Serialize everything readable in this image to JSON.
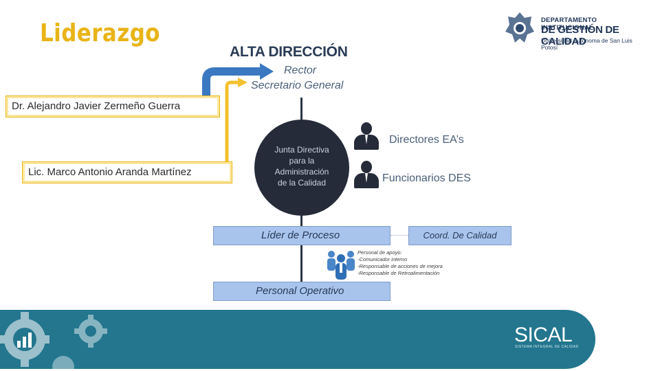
{
  "title": "Liderazgo",
  "logo": {
    "line1": "DEPARTAMENTO INSTITUCIONAL",
    "line2": "DE GESTIÓN DE CALIDAD",
    "line3": "Universidad Autónoma de San Luis Potosí"
  },
  "diagram": {
    "heading": "ALTA DIRECCIÓN",
    "rector": "Rector",
    "secretario": "Secretario General",
    "names": [
      "Dr. Alejandro Javier Zermeño Guerra",
      "Lic. Marco Antonio Aranda Martínez"
    ],
    "junta_lines": [
      "Junta Directiva",
      "para la",
      "Administración",
      "de la Calidad"
    ],
    "directores": "Directores EA’s",
    "funcionarios": "Funcionarios DES",
    "lider": "Líder de Proceso",
    "coord": "Coord. De Calidad",
    "operativo": "Personal Operativo",
    "notes": [
      "Personal de apoyo:",
      "-Comunicador interno",
      "-Responsable de acciones de mejora",
      "-Responsable de Retroalimentación"
    ]
  },
  "banner": {
    "brand": "SICAL",
    "tagline": "SISTEMA INTEGRAL DE CALIDAD"
  },
  "colors": {
    "title": "#e8b417",
    "arrow_blue": "#3b78c2",
    "arrow_yellow": "#f2c12e",
    "banner": "#23768e",
    "bars": "#a9c4ec",
    "circle": "#252b38"
  }
}
